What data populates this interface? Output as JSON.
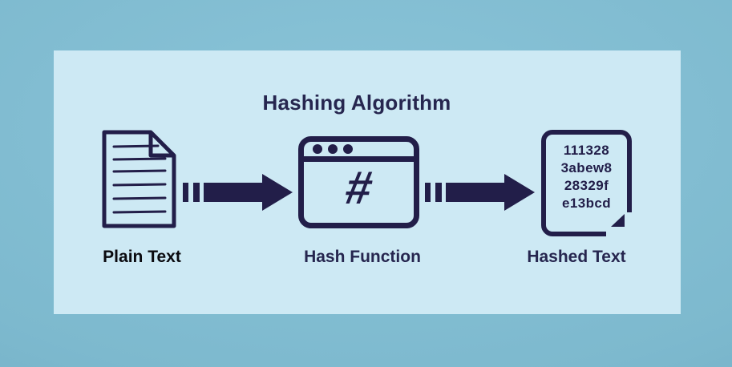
{
  "title": "Hashing Algorithm",
  "diagram": {
    "plain_text": {
      "label": "Plain Text"
    },
    "hash_function": {
      "label": "Hash Function",
      "symbol": "#"
    },
    "hashed_text": {
      "label": "Hashed Text",
      "hash_lines": [
        "111328",
        "3abew8",
        "28329f",
        "e13bcd"
      ]
    }
  },
  "colors": {
    "outer_background": "#7db9ce",
    "panel_background": "#cde9f4",
    "ink_navy": "#221e49",
    "title_navy": "#26264f",
    "label_black": "#0a0a0f"
  }
}
